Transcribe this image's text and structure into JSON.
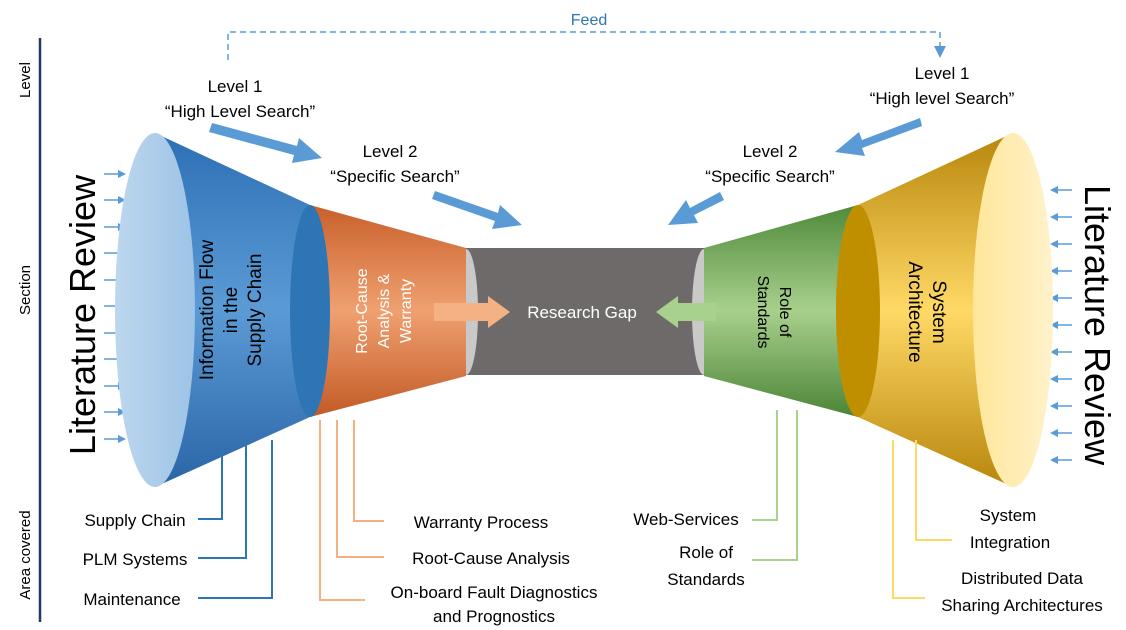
{
  "feed": {
    "label": "Feed"
  },
  "side_axis": {
    "level": "Level",
    "section": "Section",
    "area_covered": "Area covered"
  },
  "left": {
    "level1": {
      "line1": "Level 1",
      "line2": "“High Level Search”"
    },
    "level2": {
      "line1": "Level 2",
      "line2": "“Specific Search”"
    },
    "review": "Literature Review",
    "cone_big": [
      "Information Flow",
      "in the",
      "Supply Chain"
    ],
    "cone_small": [
      "Root-Cause",
      "Analysis &",
      "Warranty"
    ],
    "areas_blue": [
      "Supply Chain",
      "PLM Systems",
      "Maintenance"
    ],
    "areas_orange": [
      "Warranty Process",
      "Root-Cause Analysis",
      "On-board Fault Diagnostics",
      "and Prognostics"
    ]
  },
  "right": {
    "level1": {
      "line1": "Level 1",
      "line2": "“High level Search”"
    },
    "level2": {
      "line1": "Level 2",
      "line2": "“Specific Search”"
    },
    "review": "Literature Review",
    "cone_small": [
      "Role of",
      "Standards"
    ],
    "cone_big": [
      "System",
      "Architecture"
    ],
    "areas_green": [
      "Web-Services",
      "Role of",
      "Standards"
    ],
    "areas_yellow": [
      "System",
      "Integration",
      "Distributed Data",
      "Sharing Architectures"
    ]
  },
  "center": {
    "label": "Research Gap"
  },
  "colors": {
    "blue": "#3a7cc0",
    "orange": "#e07a3f",
    "gray": "#6f6a6a",
    "green": "#6aa84f",
    "yellow": "#e6b324",
    "arrow": "#5b9bd5"
  }
}
